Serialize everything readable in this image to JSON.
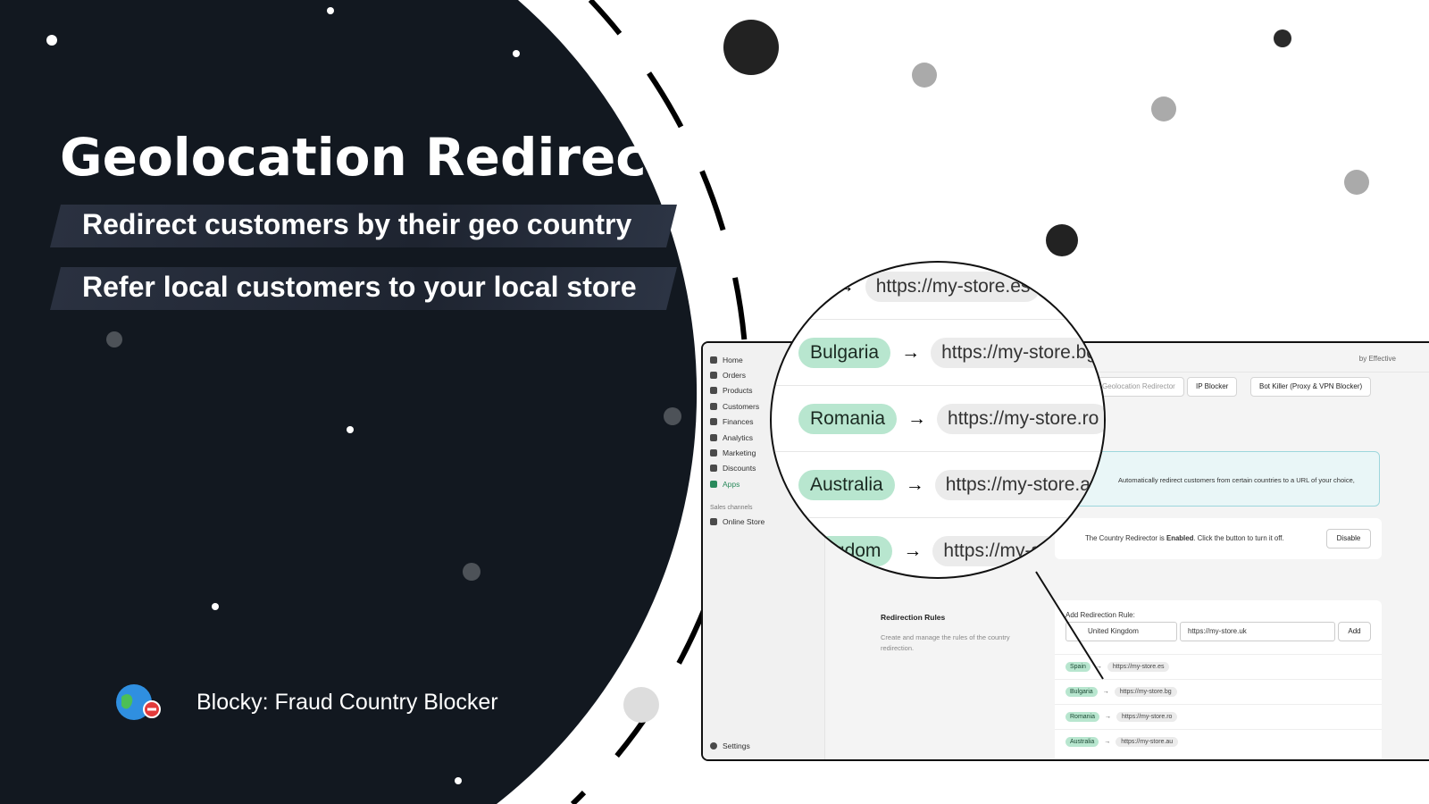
{
  "hero": {
    "title": "Geolocation Redirects",
    "subtitles": [
      "Redirect customers by their geo country",
      "Refer local customers to your local store"
    ],
    "brand": "Blocky: Fraud Country Blocker"
  },
  "colors": {
    "dark": "#121820",
    "tag": "#b8e6cf",
    "accent": "#2a8a5c"
  },
  "sidebar": {
    "items": [
      {
        "label": "Home",
        "icon": "home-icon"
      },
      {
        "label": "Orders",
        "icon": "orders-icon"
      },
      {
        "label": "Products",
        "icon": "tag-icon"
      },
      {
        "label": "Customers",
        "icon": "person-icon"
      },
      {
        "label": "Finances",
        "icon": "bank-icon"
      },
      {
        "label": "Analytics",
        "icon": "chart-icon"
      },
      {
        "label": "Marketing",
        "icon": "target-icon"
      },
      {
        "label": "Discounts",
        "icon": "discount-icon"
      },
      {
        "label": "Apps",
        "icon": "apps-icon"
      }
    ],
    "section": "Sales channels",
    "channel": "Online Store",
    "settings": "Settings"
  },
  "app": {
    "by": "by Effective",
    "tabs": [
      "Geolocation Redirector",
      "IP Blocker",
      "Bot Killer (Proxy & VPN Blocker)"
    ],
    "info": "Automatically redirect customers from certain countries to a URL of your choice,",
    "status_pre": "The Country Redirector is ",
    "status_bold": "Enabled",
    "status_post": ". Click the button to turn it off.",
    "disable": "Disable",
    "rules_title": "Redirection Rules",
    "rules_desc": "Create and manage the rules of the country redirection.",
    "add_label": "Add Redirection Rule:",
    "country_value": "United Kingdom",
    "url_value": "https://my-store.uk",
    "add": "Add",
    "rules": [
      {
        "country": "Spain",
        "url": "https://my-store.es"
      },
      {
        "country": "Bulgaria",
        "url": "https://my-store.bg"
      },
      {
        "country": "Romania",
        "url": "https://my-store.ro"
      },
      {
        "country": "Australia",
        "url": "https://my-store.au"
      }
    ]
  },
  "magnifier": {
    "rows": [
      {
        "country": "Spain",
        "url": "https://my-store.es"
      },
      {
        "country": "Bulgaria",
        "url": "https://my-store.bg"
      },
      {
        "country": "Romania",
        "url": "https://my-store.ro"
      },
      {
        "country": "Australia",
        "url": "https://my-store.au"
      },
      {
        "country": "United Kingdom",
        "url": "https://my-store.uk"
      }
    ]
  },
  "arrow": "→"
}
